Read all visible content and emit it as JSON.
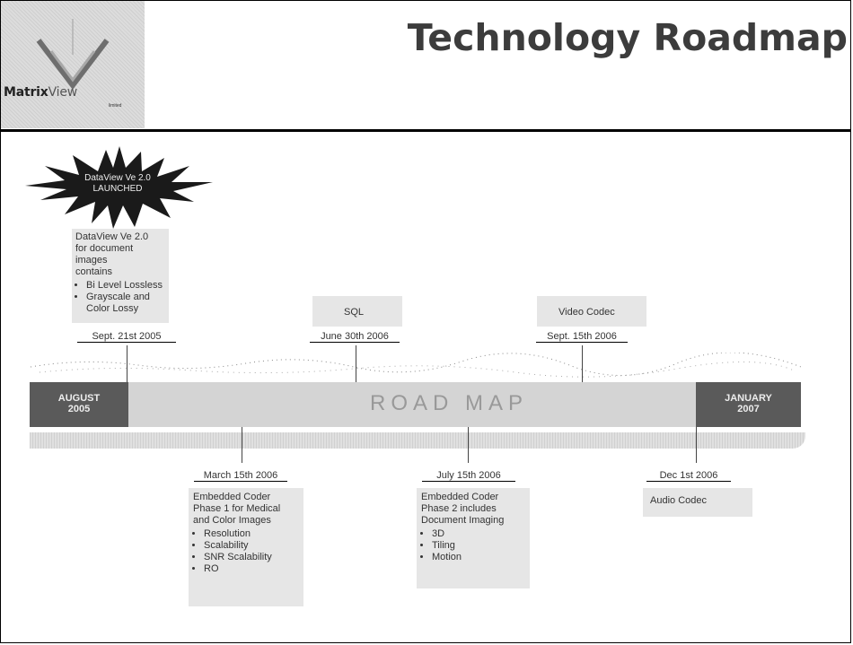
{
  "header": {
    "title": "Technology Roadmap",
    "logo": {
      "name_bold": "Matrix",
      "name_light": "View",
      "tagline": "limited"
    }
  },
  "burst": {
    "line1": "DataView Ve 2.0",
    "line2": "LAUNCHED"
  },
  "road": {
    "label": "ROAD MAP",
    "start": {
      "month": "AUGUST",
      "year": "2005"
    },
    "end": {
      "month": "JANUARY",
      "year": "2007"
    }
  },
  "milestones_above": [
    {
      "date": "Sept. 21st 2005",
      "text": [
        "DataView Ve 2.0",
        "for document images",
        "contains"
      ],
      "bullets": [
        "Bi Level Lossless",
        "Grayscale and Color Lossy"
      ]
    },
    {
      "date": "June 30th 2006",
      "text": [
        "SQL"
      ]
    },
    {
      "date": "Sept. 15th 2006",
      "text": [
        "Video Codec"
      ]
    }
  ],
  "milestones_below": [
    {
      "date": "March 15th 2006",
      "text": [
        "Embedded Coder",
        "Phase 1 for Medical",
        "and Color Images"
      ],
      "bullets": [
        "Resolution",
        "Scalability",
        "SNR Scalability",
        "RO"
      ]
    },
    {
      "date": "July 15th 2006",
      "text": [
        "Embedded Coder",
        "Phase 2 includes",
        "Document Imaging"
      ],
      "bullets": [
        "3D",
        "Tiling",
        "Motion"
      ]
    },
    {
      "date": "Dec 1st 2006",
      "text": [
        "Audio Codec"
      ]
    }
  ]
}
